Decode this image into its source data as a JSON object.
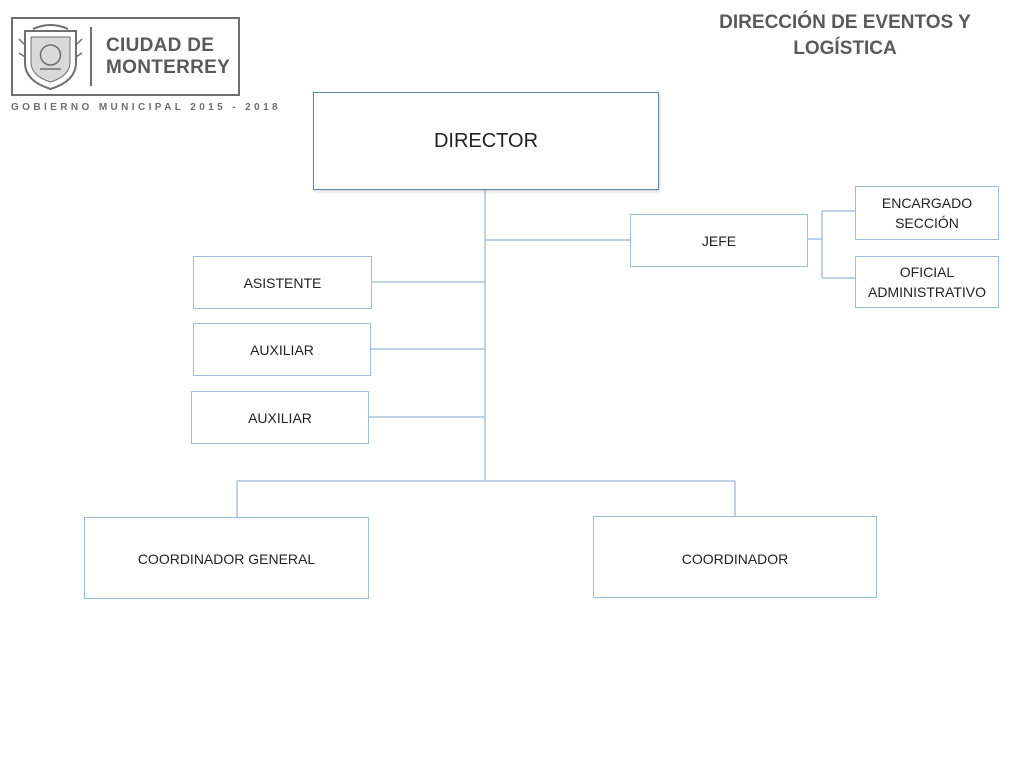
{
  "logo": {
    "line1": "CIUDAD DE",
    "line2": "MONTERREY",
    "government": "GOBIERNO MUNICIPAL 2015 - 2018"
  },
  "title": {
    "line1": "DIRECCIÓN DE EVENTOS Y",
    "line2": "LOGÍSTICA"
  },
  "nodes": {
    "director": "DIRECTOR",
    "jefe": "JEFE",
    "encargado_line1": "ENCARGADO",
    "encargado_line2": "SECCIÓN",
    "oficial_line1": "OFICIAL",
    "oficial_line2": "ADMINISTRATIVO",
    "asistente": "ASISTENTE",
    "auxiliar_1": "AUXILIAR",
    "auxiliar_2": "AUXILIAR",
    "coordinador_general": "COORDINADOR GENERAL",
    "coordinador": "COORDINADOR"
  },
  "colors": {
    "box_border": "#9dbbdc",
    "director_border": "#5b86b8",
    "connector": "#a9c2de",
    "logo_gray": "#6f6f6f"
  }
}
